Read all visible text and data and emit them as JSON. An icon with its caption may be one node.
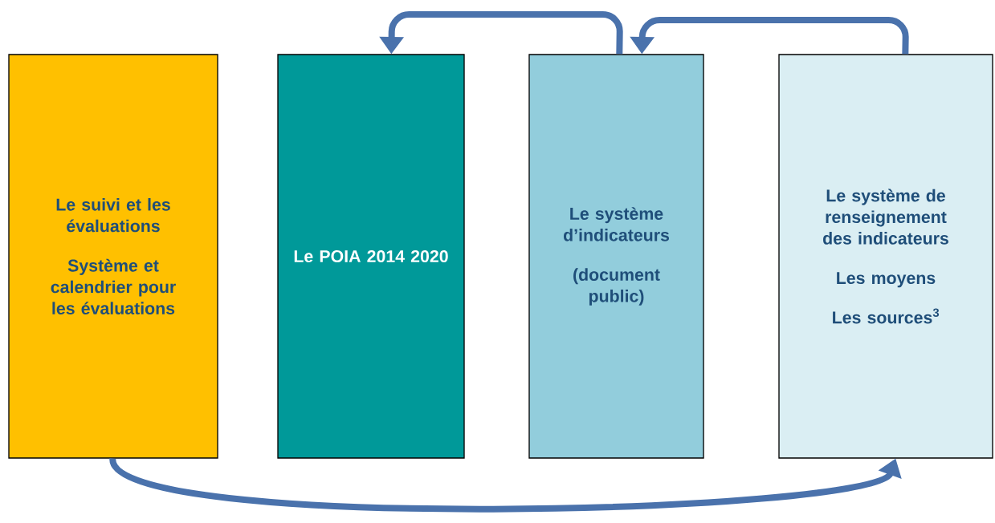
{
  "diagram": {
    "nodes": [
      {
        "text": [
          "Le suivi et les évaluations",
          "Système et calendrier pour les évaluations"
        ]
      },
      {
        "text": [
          "Le POIA 2014 2020"
        ]
      },
      {
        "text": [
          "Le système d’indicateurs",
          "(document public)"
        ]
      },
      {
        "text": [
          "Le système de renseignement des indicateurs",
          "Les moyens",
          "Les sources$^{3}$"
        ]
      }
    ],
    "edges": [
      {
        "from": 3,
        "to": 2,
        "arrow": "to"
      },
      {
        "from": 2,
        "to": 1,
        "arrow": "to"
      },
      {
        "from": 0,
        "to": 3,
        "arrow": "to"
      }
    ]
  }
}
